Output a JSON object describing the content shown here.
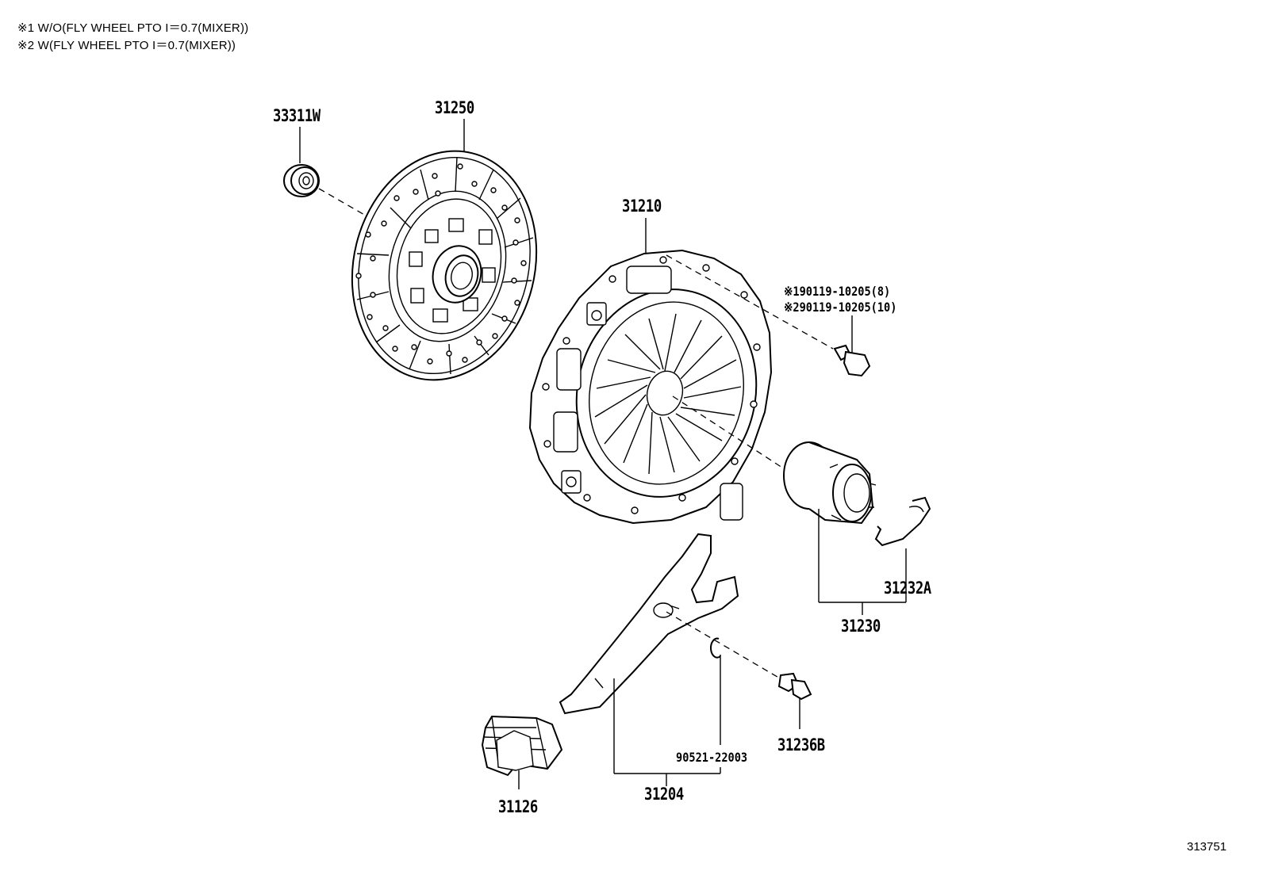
{
  "notes": {
    "note1": "※1 W/O(FLY WHEEL PTO I＝0.7(MIXER))",
    "note2": "※2 W(FLY WHEEL PTO I＝0.7(MIXER))"
  },
  "parts": {
    "bearing": "33311W",
    "clutch_disc": "31250",
    "clutch_cover": "31210",
    "bolt_1": "※190119-10205(8)",
    "bolt_2": "※290119-10205(10)",
    "release_bearing_clip": "31232A",
    "release_bearing_hub": "31230",
    "release_fork_boot": "31126",
    "release_fork": "31204",
    "fork_clip": "90521-22003",
    "fork_support": "31236B"
  },
  "diagram_id": "313751"
}
